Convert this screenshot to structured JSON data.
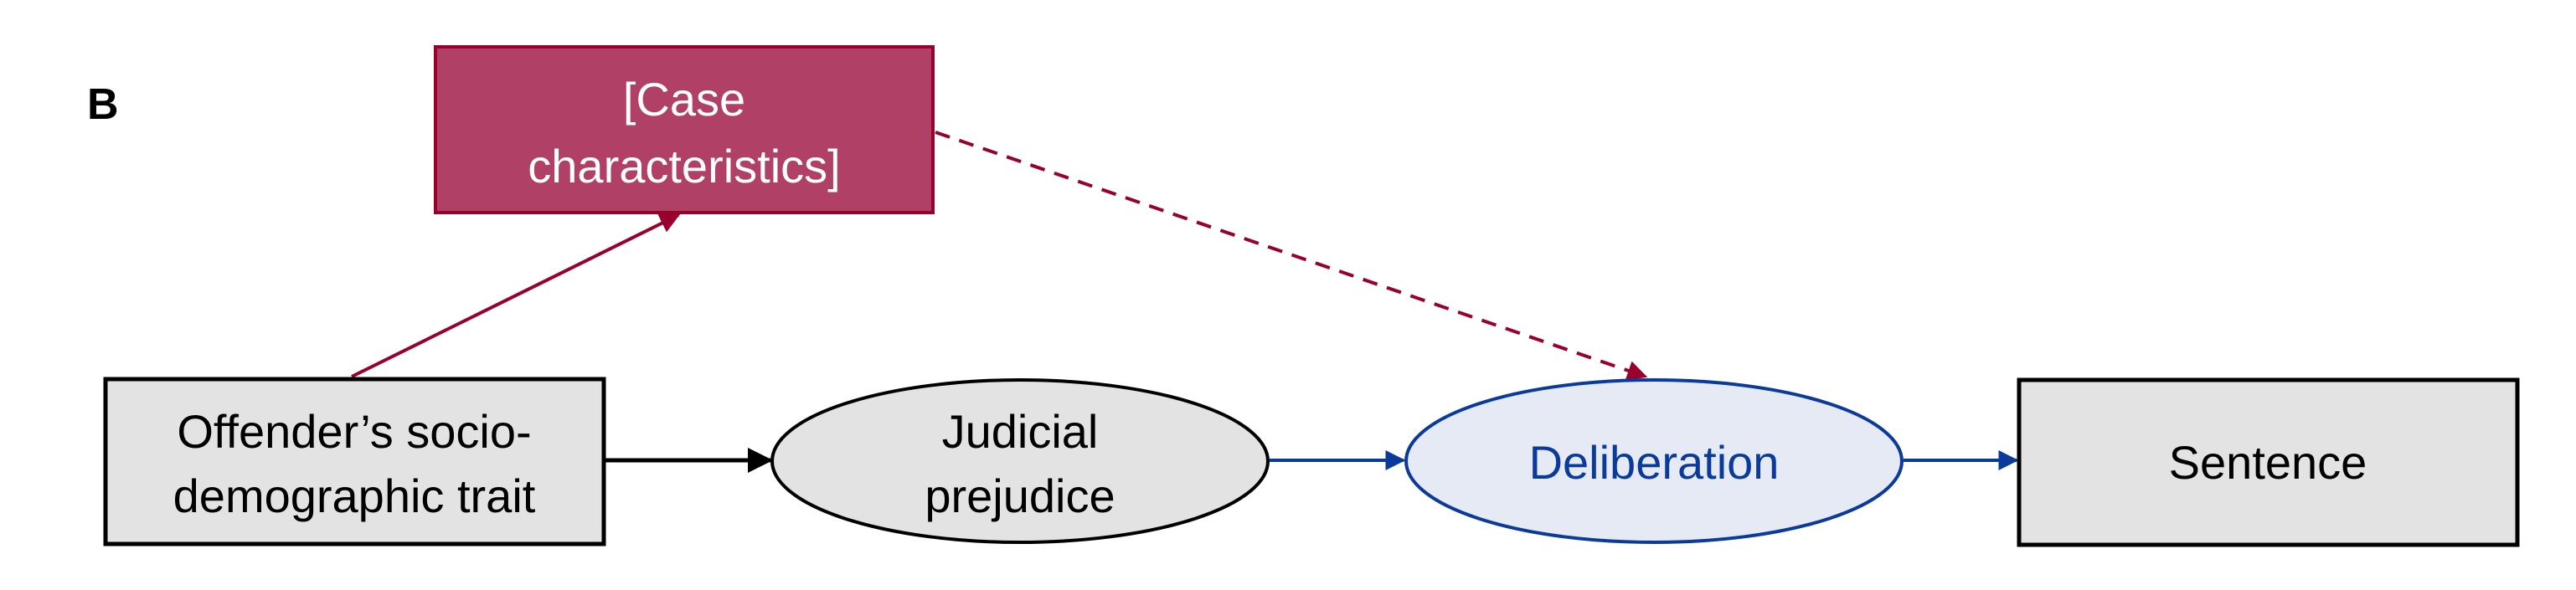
{
  "panel_label": "B",
  "nodes": {
    "case": {
      "lines": [
        "[Case",
        "characteristics]"
      ],
      "fill": "#b04065",
      "stroke": "#98002e",
      "text_color": "#ffffff"
    },
    "offender": {
      "lines": [
        "Offender’s socio-",
        "demographic trait"
      ],
      "fill": "#e3e3e3",
      "stroke": "#000000",
      "text_color": "#000000"
    },
    "judicial": {
      "lines": [
        "Judicial",
        "prejudice"
      ],
      "fill": "#e3e3e3",
      "stroke": "#000000",
      "text_color": "#000000"
    },
    "deliberation": {
      "lines": [
        "Deliberation"
      ],
      "fill": "#e6eaf5",
      "stroke": "#0a3a9a",
      "text_color": "#0a3a9a"
    },
    "sentence": {
      "lines": [
        "Sentence"
      ],
      "fill": "#e3e3e3",
      "stroke": "#000000",
      "text_color": "#000000"
    }
  },
  "edges": [
    {
      "from": "offender",
      "to": "case",
      "style": "solid",
      "color": "#98002e"
    },
    {
      "from": "case",
      "to": "deliberation",
      "style": "dashed",
      "color": "#98002e"
    },
    {
      "from": "offender",
      "to": "judicial",
      "style": "solid",
      "color": "#000000"
    },
    {
      "from": "judicial",
      "to": "deliberation",
      "style": "solid",
      "color": "#0a3a9a"
    },
    {
      "from": "deliberation",
      "to": "sentence",
      "style": "solid",
      "color": "#0a3a9a"
    }
  ]
}
